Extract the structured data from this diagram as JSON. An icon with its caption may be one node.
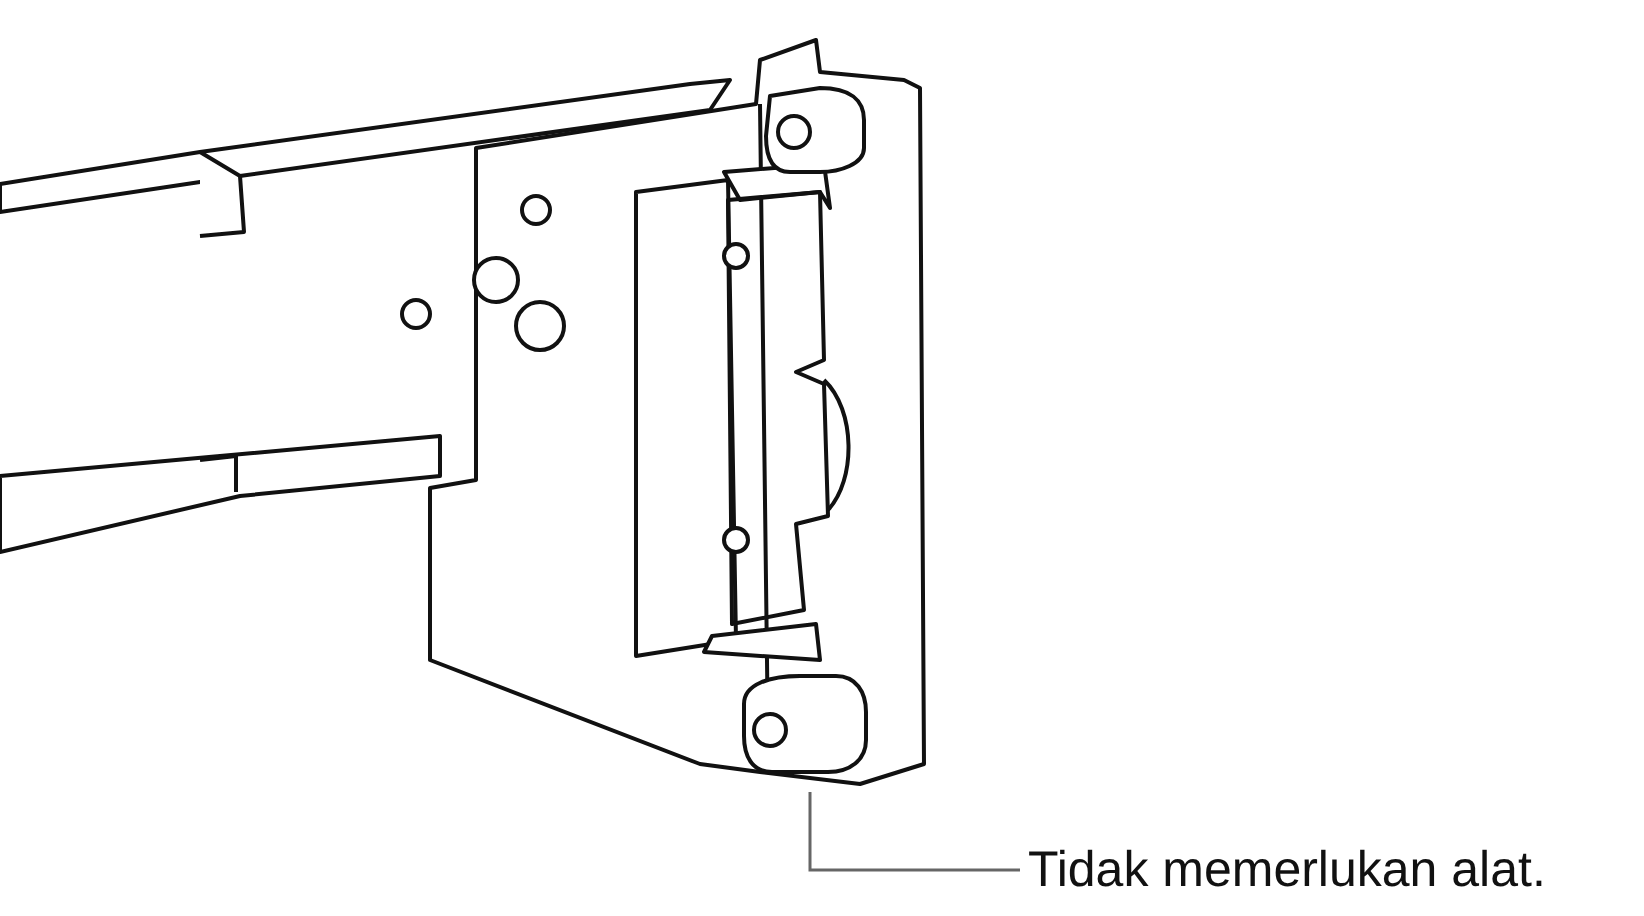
{
  "diagram": {
    "nodes": [
      {
        "text": [
          "Tidak memerlukan alat."
        ]
      },
      {
        "text": [],
        "shape": "picture"
      }
    ],
    "edges": [
      {
        "from": 0,
        "to": 1,
        "arrow": "none"
      }
    ]
  }
}
